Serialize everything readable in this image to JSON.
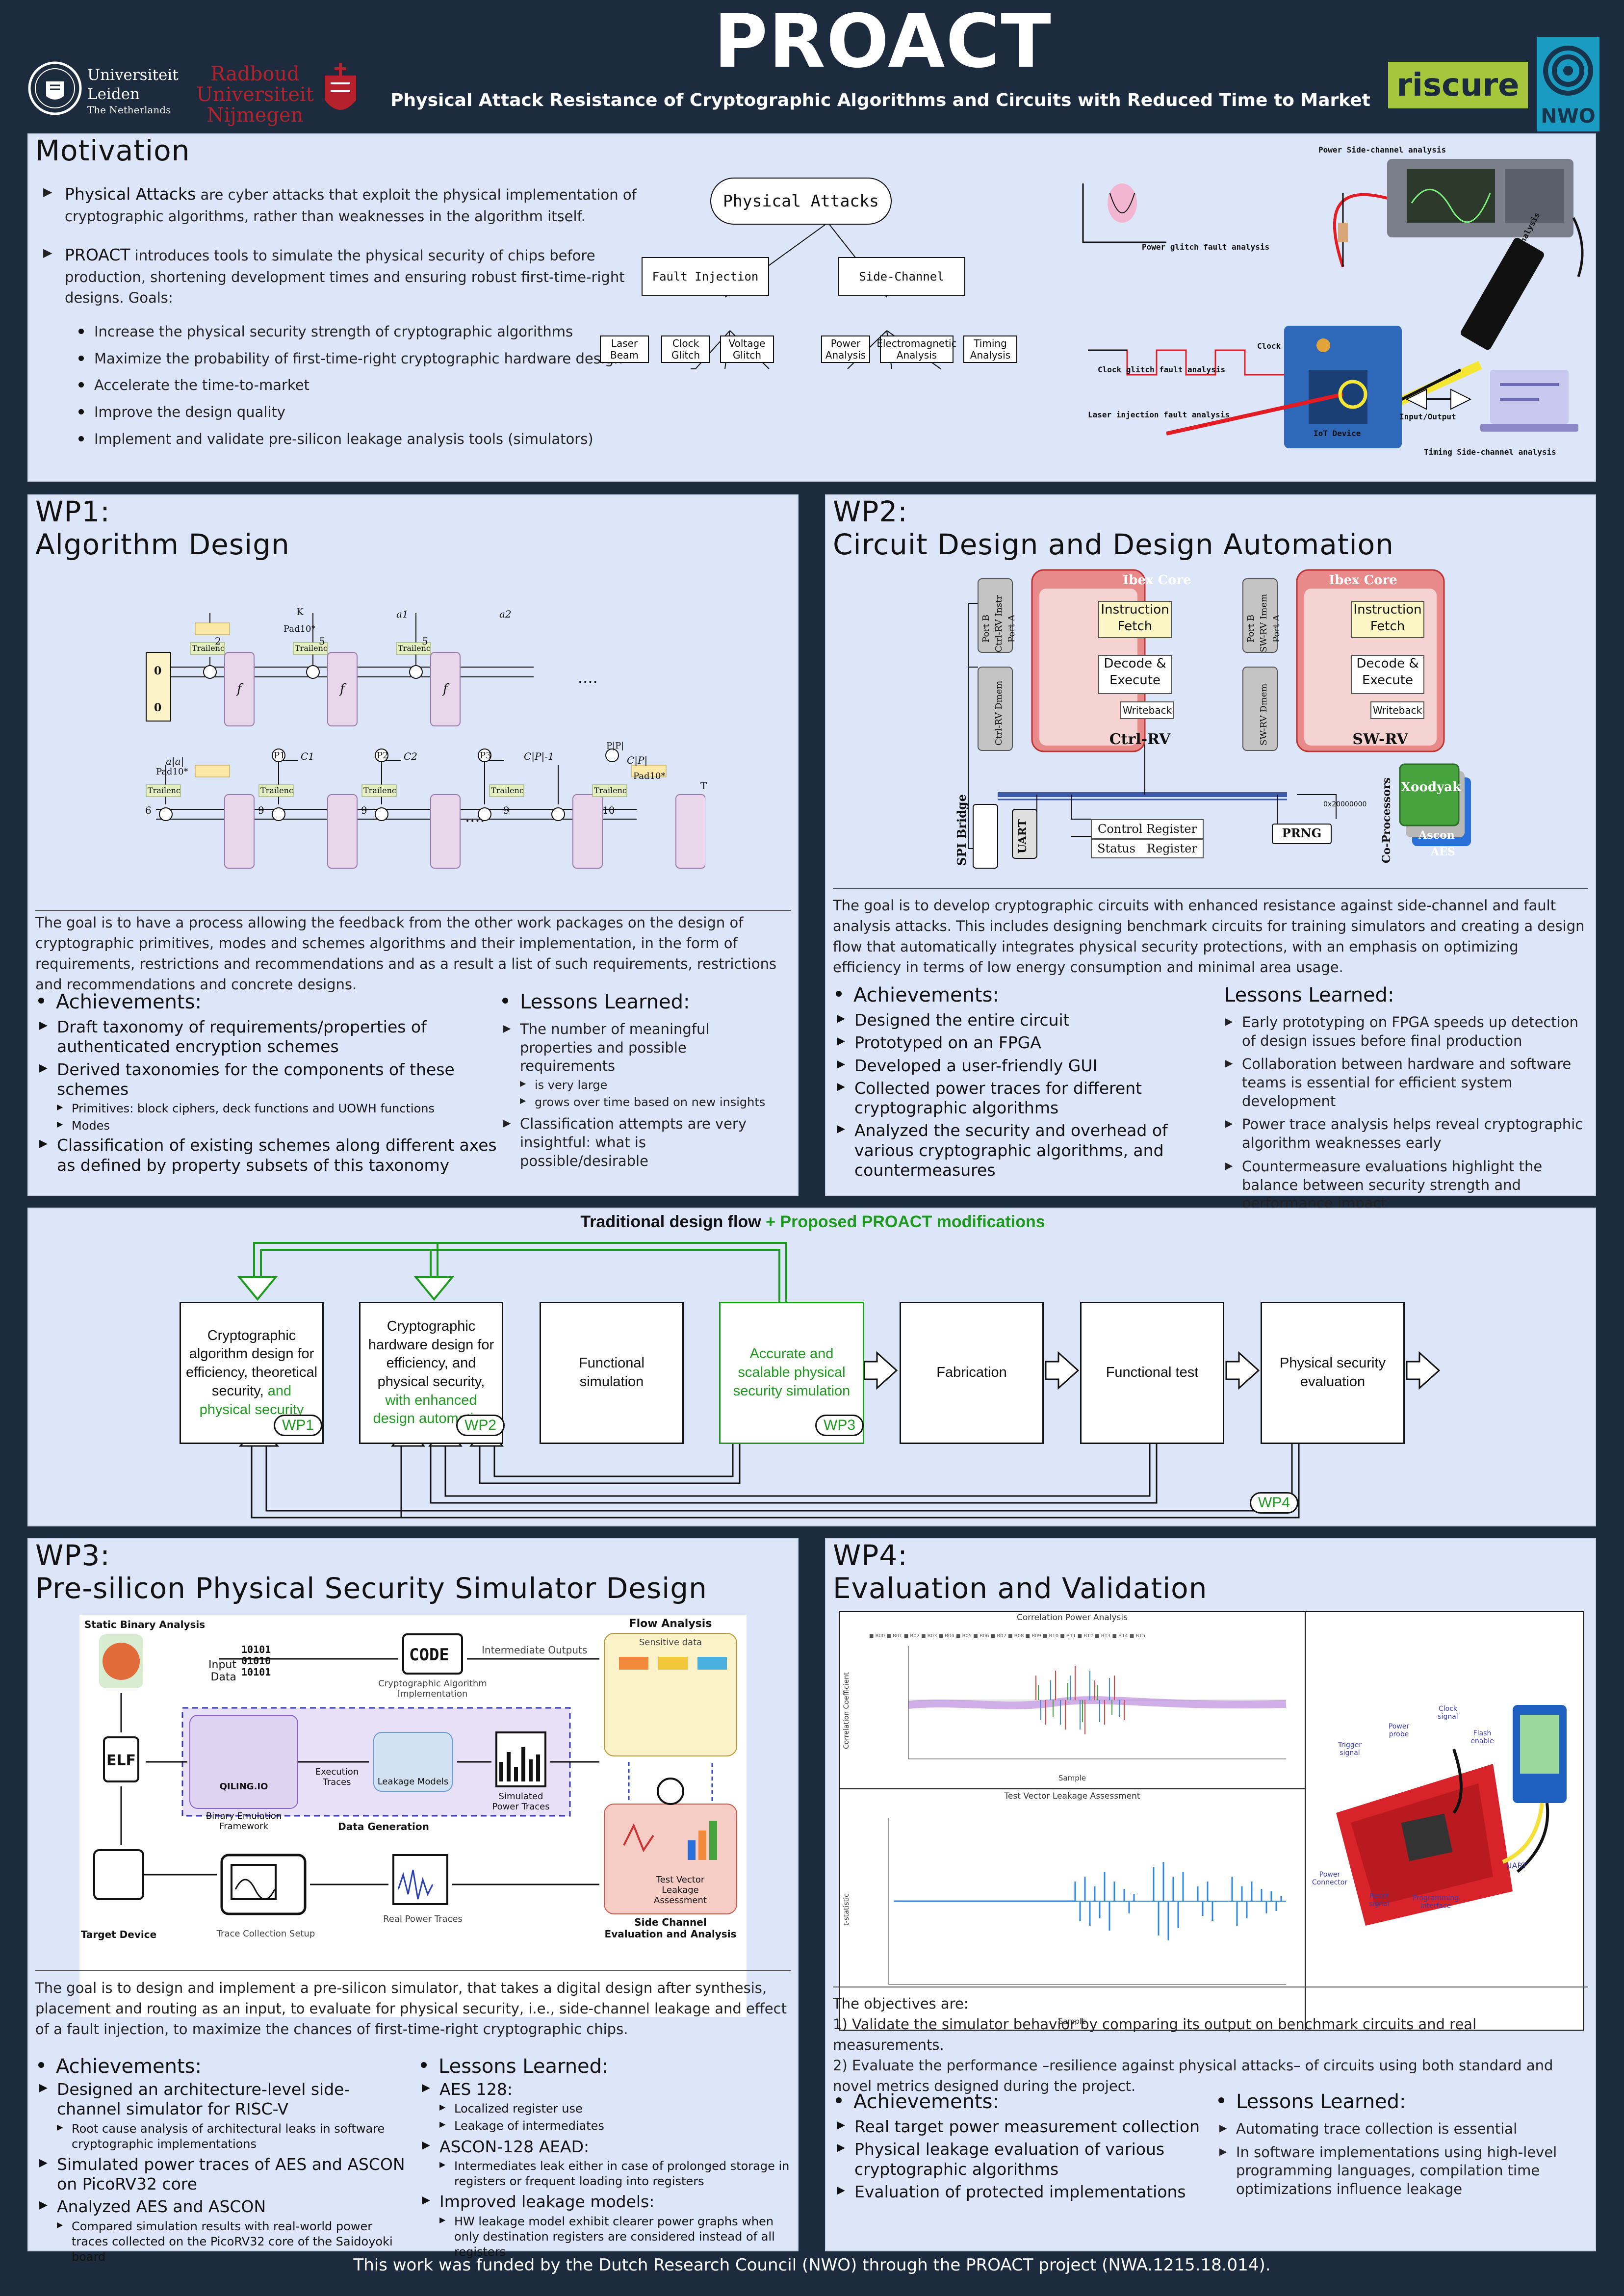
{
  "header": {
    "title": "PROACT",
    "subtitle": "Physical Attack Resistance of Cryptographic Algorithms and Circuits with Reduced Time to Market",
    "leiden_name": "Universiteit Leiden",
    "leiden_country": "The Netherlands",
    "radboud_line1": "Radboud",
    "radboud_line2": "Universiteit",
    "radboud_line3": "Nijmegen",
    "riscure": "riscure",
    "nwo": "NWO"
  },
  "motivation": {
    "title": "Motivation",
    "bullet1_lead": "Physical Attacks",
    "bullet1_rest": " are cyber attacks that exploit the physical implementation of cryptographic algorithms, rather than weaknesses in the algorithm itself.",
    "bullet2_lead": "PROACT",
    "bullet2_rest": " introduces tools to simulate the physical security of chips before production, shortening development times and ensuring robust first-time-right designs. Goals:",
    "goals": [
      "Increase the physical security strength of cryptographic algorithms",
      "Maximize the probability of first-time-right cryptographic hardware design",
      "Accelerate the time-to-market",
      "Improve the design quality",
      "Implement and validate pre-silicon leakage analysis tools (simulators)"
    ],
    "tree": {
      "root": "Physical Attacks",
      "fi": "Fault Injection",
      "sc": "Side-Channel",
      "leaves": [
        "Laser Beam",
        "Clock Glitch",
        "Voltage Glitch",
        "Power Analysis",
        "Electromagnetic Analysis",
        "Timing Analysis"
      ]
    },
    "illustration": {
      "power_sca": "Power Side-channel analysis",
      "power_glitch": "Power glitch fault analysis",
      "clock_glitch": "Clock glitch fault analysis",
      "clock": "Clock",
      "laser": "Laser injection fault analysis",
      "io": "Input/Output",
      "iot": "IoT Device",
      "em": "EM Side-channel analysis",
      "timing": "Timing Side-channel analysis"
    }
  },
  "wp1": {
    "title_line1": "WP1:",
    "title_line2": "Algorithm Design",
    "diagram": {
      "k": "K",
      "pad": "Pad10*",
      "trailenc": "Trailenc",
      "f": "f",
      "zero": "0",
      "n2": "2",
      "n5": "5",
      "n6": "6",
      "n9": "9",
      "n10": "10",
      "a1": "a1",
      "a2": "a2",
      "aa": "a|a|",
      "p1": "P1",
      "p2": "P2",
      "p3": "P3",
      "pp": "P|P|",
      "c1": "C1",
      "c2": "C2",
      "cpm": "C|P|-1",
      "cp": "C|P|",
      "t": "T",
      "dots": "...."
    },
    "goal": "The goal is to have a process allowing the feedback from the other work packages on the design of cryptographic primitives, modes and schemes algorithms and their implementation, in the form of requirements, restrictions and recommendations and as a result a list of such requirements, restrictions and recommendations and concrete designs.",
    "ach_title": "Achievements:",
    "ach": [
      "Draft taxonomy of requirements/properties of authenticated encryption schemes",
      "Derived taxonomies for the components of these schemes",
      "Classification of existing schemes along different axes as defined by property subsets of this taxonomy"
    ],
    "ach_sub": [
      "Primitives: block ciphers, deck functions and UOWH functions",
      "Modes"
    ],
    "ll_title": "Lessons Learned:",
    "ll1": "The number of meaningful properties and possible requirements",
    "ll1_sub": [
      "is very large",
      "grows over time based on new insights"
    ],
    "ll2": "Classification attempts are very insightful: what is possible/desirable"
  },
  "wp2": {
    "title_line1": "WP2:",
    "title_line2": "Circuit Design and Design Automation",
    "diagram": {
      "ibex": "Ibex Core",
      "fetch": "Instruction Fetch",
      "decode": "Decode & Execute",
      "wb": "Writeback",
      "ctrl": "Ctrl-RV",
      "sw": "SW-RV",
      "port_a": "Port A",
      "port_b": "Port B",
      "ctrl_inst": "Ctrl-RV Instr",
      "ctrl_data": "Ctrl-RV Dmem",
      "sw_inst": "SW-RV Imem",
      "sw_data": "SW-RV Dmem",
      "spi": "SPI Bridge",
      "uart": "UART",
      "ctrl_reg": "Control Register",
      "status_reg": "Status   Register",
      "prng": "PRNG",
      "addr": "0x20000000",
      "xoodyak": "Xoodyak",
      "ascon": "Ascon",
      "aes": "AES",
      "coproc": "Co-Processors"
    },
    "goal": "The goal is to develop cryptographic circuits with enhanced resistance against side-channel and fault analysis attacks. This includes designing benchmark circuits for training simulators and creating a design flow that automatically integrates physical security protections, with an emphasis on optimizing efficiency in terms of low energy consumption and minimal area usage.",
    "ach_title": "Achievements:",
    "ach": [
      "Designed the entire circuit",
      "Prototyped on an FPGA",
      "Developed a user-friendly GUI",
      "Collected power traces for different cryptographic algorithms",
      "Analyzed the security and overhead of various cryptographic algorithms, and countermeasures"
    ],
    "ll_title": "Lessons Learned:",
    "ll": [
      "Early prototyping on FPGA speeds up detection of design issues before final production",
      "Collaboration between hardware and software teams is essential for efficient system development",
      "Power trace analysis helps reveal cryptographic algorithm weaknesses early",
      "Countermeasure evaluations highlight the balance between security strength and performance impact"
    ]
  },
  "flow": {
    "title_black": "Traditional design flow",
    "title_green": " + Proposed PROACT modifications",
    "box1_black": "Cryptographic algorithm design for efficiency, theoretical security, ",
    "box1_green": "and physical security",
    "box2_black": "Cryptographic hardware design for efficiency, and physical security, ",
    "box2_green": "with enhanced design automation",
    "box3": "Functional simulation",
    "box4": "Accurate and scalable physical security simulation",
    "box5": "Fabrication",
    "box6": "Functional test",
    "box7": "Physical security evaluation",
    "wp1": "WP1",
    "wp2": "WP2",
    "wp3": "WP3",
    "wp4": "WP4"
  },
  "wp3": {
    "title_line1": "WP3:",
    "title_line2": "Pre-silicon Physical Security Simulator Design",
    "diagram": {
      "static": "Static Binary Analysis",
      "input_data": "Input Data",
      "bits": "10101 01010 10101",
      "code": "CODE",
      "crypto_impl": "Cryptographic Algorithm Implementation",
      "inter_out": "Intermediate Outputs",
      "flow": "Flow Analysis",
      "sensitive": "Sensitive data",
      "elf": "ELF",
      "qiling": "QILING.IO",
      "bin_emu": "Binary Emulation Framework",
      "exec_traces": "Execution Traces",
      "leak_models": "Leakage Models",
      "sim_power": "Simulated Power Traces",
      "data_gen": "Data Generation",
      "target": "Target Device",
      "trace_setup": "Trace Collection Setup",
      "real_power": "Real Power Traces",
      "tvla": "Test Vector Leakage Assessment",
      "sca_eval": "Side Channel Evaluation and Analysis"
    },
    "goal": "The goal is to design and implement a pre-silicon simulator, that takes a digital design after synthesis, placement and routing as an input, to evaluate for physical security, i.e., side-channel leakage and effect of a fault injection, to maximize the chances of first-time-right cryptographic chips.",
    "ach_title": "Achievements:",
    "ach1": "Designed an architecture-level side-channel simulator for RISC-V",
    "ach1_sub": "Root cause analysis of architectural leaks in software cryptographic implementations",
    "ach2": "Simulated power traces of AES and ASCON on PicoRV32 core",
    "ach3": "Analyzed AES and ASCON",
    "ach3_sub": "Compared simulation results with real-world power traces collected on the PicoRV32 core of the Saidoyoki board",
    "ll_title": "Lessons Learned:",
    "ll1": "AES 128:",
    "ll1_sub": [
      "Localized register use",
      "Leakage of intermediates"
    ],
    "ll2": "ASCON-128 AEAD:",
    "ll2_sub": "Intermediates leak either in case of prolonged storage in registers or frequent loading into registers",
    "ll3": "Improved leakage models:",
    "ll3_sub": "HW leakage model exhibit clearer power graphs when only destination registers are considered instead of all registers"
  },
  "wp4": {
    "title_line1": "WP4:",
    "title_line2": "Evaluation and Validation",
    "chart1_title": "Correlation Power Analysis",
    "chart1_ylabel": "Correlation Coefficient",
    "chart1_xlabel": "Sample",
    "chart2_title": "Test Vector Leakage Assessment",
    "chart2_ylabel": "t-statistic",
    "chart2_xlabel": "Sample",
    "board_labels": [
      "Trigger signal",
      "Power probe",
      "Clock signal",
      "Flash enable",
      "Power Connector",
      "Reset signal",
      "Programming interface",
      "UART"
    ],
    "objectives_title": "The objectives are:",
    "obj1": "1) Validate the simulator behavior by comparing its output on benchmark circuits and real measurements.",
    "obj2": "2) Evaluate the performance –resilience against physical attacks– of circuits using both standard and novel metrics designed during the project.",
    "ach_title": "Achievements:",
    "ach": [
      "Real target power measurement collection",
      "Physical leakage evaluation of various cryptographic algorithms",
      "Evaluation of protected implementations"
    ],
    "ll_title": "Lessons Learned:",
    "ll": [
      "Automating trace collection is essential",
      "In software implementations using high-level programming languages, compilation time optimizations influence leakage"
    ]
  },
  "footer": "This work was funded by the Dutch Research Council (NWO) through the PROACT project (NWA.1215.18.014).",
  "colors": {
    "background": "#1c2c3e",
    "panel": "#dce6f8",
    "green": "#1d9a1d",
    "radboud": "#b5222b",
    "riscure": "#a6c73c",
    "nwo": "#1a9bc1"
  }
}
